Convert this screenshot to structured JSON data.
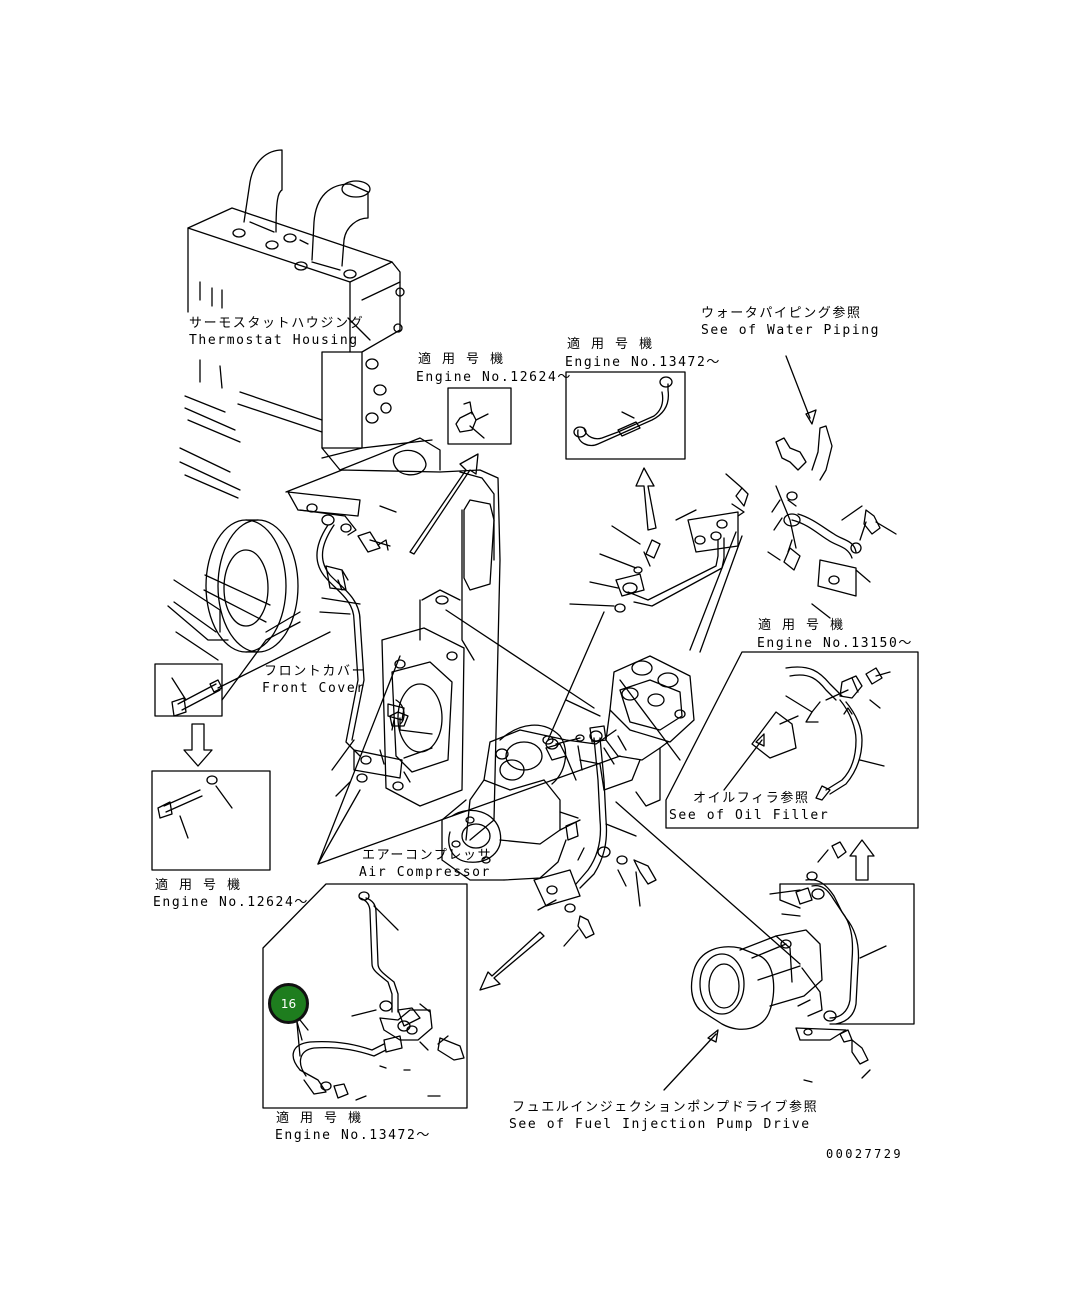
{
  "labels": {
    "thermostat_housing_jp": "サーモスタットハウジング",
    "thermostat_housing_en": "Thermostat Housing",
    "engine_12624_top_jp": "適 用 号 機",
    "engine_12624_top_en": "Engine No.12624～",
    "engine_13472_top_jp": "適 用 号 機",
    "engine_13472_top_en": "Engine No.13472～",
    "water_piping_jp": "ウォータパイピング参照",
    "water_piping_en": "See of Water Piping",
    "engine_13150_jp": "適 用 号 機",
    "engine_13150_en": "Engine No.13150～",
    "front_cover_jp": "フロントカバー",
    "front_cover_en": "Front Cover",
    "oil_filler_jp": "オイルフィラ参照",
    "oil_filler_en": "See of Oil Filler",
    "air_compressor_jp": "エアーコンプレッサ",
    "air_compressor_en": "Air Compressor",
    "engine_12624_left_jp": "適 用 号 機",
    "engine_12624_left_en": "Engine No.12624～",
    "engine_13472_bottom_jp": "適 用 号 機",
    "engine_13472_bottom_en": "Engine No.13472～",
    "fuel_pump_jp": "フュエルインジェクションポンプドライブ参照",
    "fuel_pump_en": "See of Fuel Injection Pump Drive",
    "drawing_number": "00027729"
  },
  "callouts": [
    {
      "number": "16",
      "color": "#1e7d1e"
    }
  ]
}
